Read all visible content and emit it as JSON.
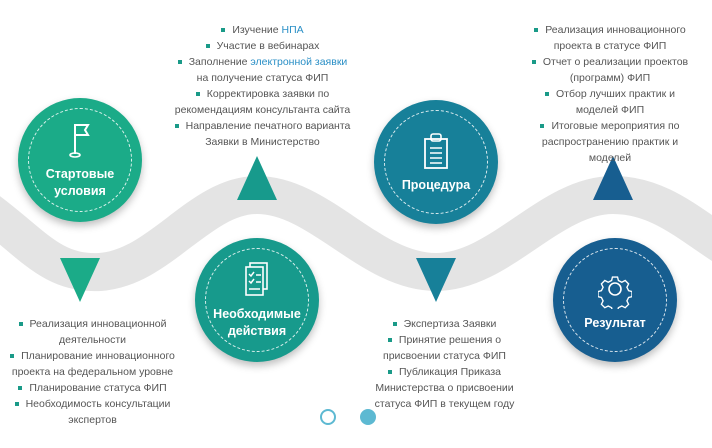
{
  "colors": {
    "c1": "#1bab88",
    "c2": "#179a8c",
    "c3": "#178099",
    "c4": "#175e90",
    "wave": "#e4e4e4",
    "dot": "#5db9d2"
  },
  "steps": [
    {
      "label": [
        "Стартовые",
        "условия"
      ],
      "icon": "flag-icon"
    },
    {
      "label": [
        "Необходимые",
        "действия"
      ],
      "icon": "checklist-icon"
    },
    {
      "label": [
        "Процедура"
      ],
      "icon": "clipboard-icon"
    },
    {
      "label": [
        "Результат"
      ],
      "icon": "gear-icon"
    }
  ],
  "blocks": {
    "start": [
      [
        "Реализация инновационной",
        "деятельности"
      ],
      [
        "Планирование инновационного",
        "проекта на федеральном уровне"
      ],
      [
        "Планирование статуса ФИП"
      ],
      [
        "Необходимость консультации",
        "экспертов"
      ]
    ],
    "actions": {
      "item1_pre": "Изучение ",
      "item1_link": "НПА",
      "item2": "Участие в вебинарах",
      "item3_pre": "Заполнение ",
      "item3_link": "электронной заявки",
      "item3_post": "на получение статуса ФИП",
      "item4": [
        "Корректировка заявки по",
        "рекомендациям консультанта сайта"
      ],
      "item5": [
        "Направление печатного варианта",
        "Заявки в Министерство"
      ]
    },
    "procedure": [
      [
        "Экспертиза Заявки"
      ],
      [
        "Принятие решения о",
        "присвоении статуса ФИП"
      ],
      [
        "Публикация Приказа",
        "Министерства о присвоении",
        "статуса ФИП в текущем году"
      ]
    ],
    "result": [
      [
        "Реализация инновационного",
        "проекта в статусе ФИП"
      ],
      [
        "Отчет о реализации проектов",
        "(программ) ФИП"
      ],
      [
        "Отбор лучших практик и",
        "моделей ФИП"
      ],
      [
        "Итоговые мероприятия по",
        "распространению практик и",
        "моделей"
      ]
    ]
  },
  "pagination": {
    "pages": 2,
    "active": 2
  }
}
